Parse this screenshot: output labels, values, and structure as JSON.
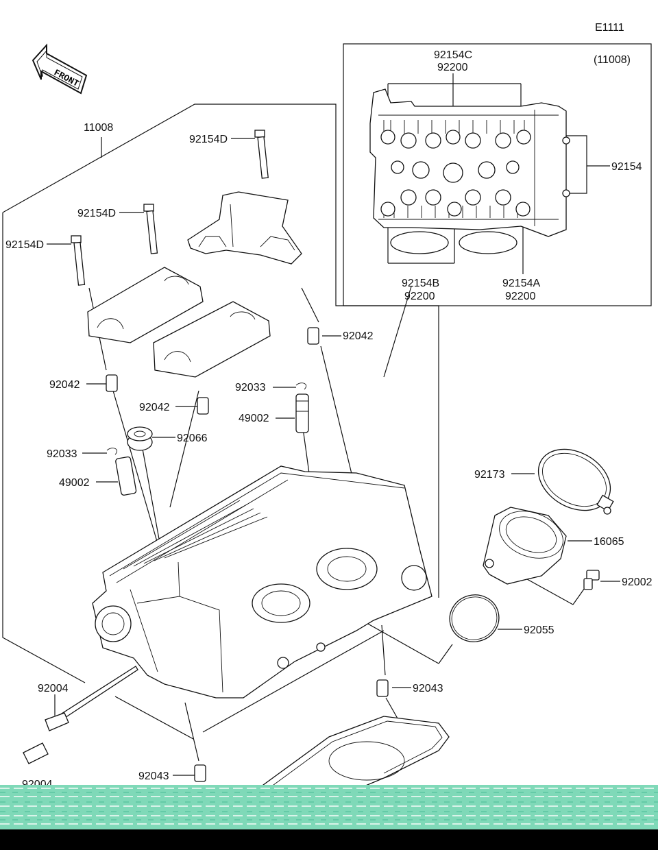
{
  "diagram_code": "E1111",
  "front_label": "FRONT",
  "inset": {
    "ref": "(11008)"
  },
  "parts": {
    "p11008": "11008",
    "p92154D_a": "92154D",
    "p92154D_b": "92154D",
    "p92154D_c": "92154D",
    "p92042_a": "92042",
    "p92042_b": "92042",
    "p92042_c": "92042",
    "p92033_a": "92033",
    "p92033_b": "92033",
    "p49002_a": "49002",
    "p49002_b": "49002",
    "p92066": "92066",
    "p92173": "92173",
    "p16065": "16065",
    "p92002": "92002",
    "p92055": "92055",
    "p92043_a": "92043",
    "p92043_b": "92043",
    "p92004_a": "92004",
    "p92004_b": "92004",
    "i92154C": "92154C",
    "i92200_top": "92200",
    "i92154": "92154",
    "i92154B": "92154B",
    "i92200_bl": "92200",
    "i92154A": "92154A",
    "i92200_br": "92200"
  },
  "colors": {
    "band": "#7fd9b8",
    "ink": "#111111",
    "bar": "#000000"
  }
}
